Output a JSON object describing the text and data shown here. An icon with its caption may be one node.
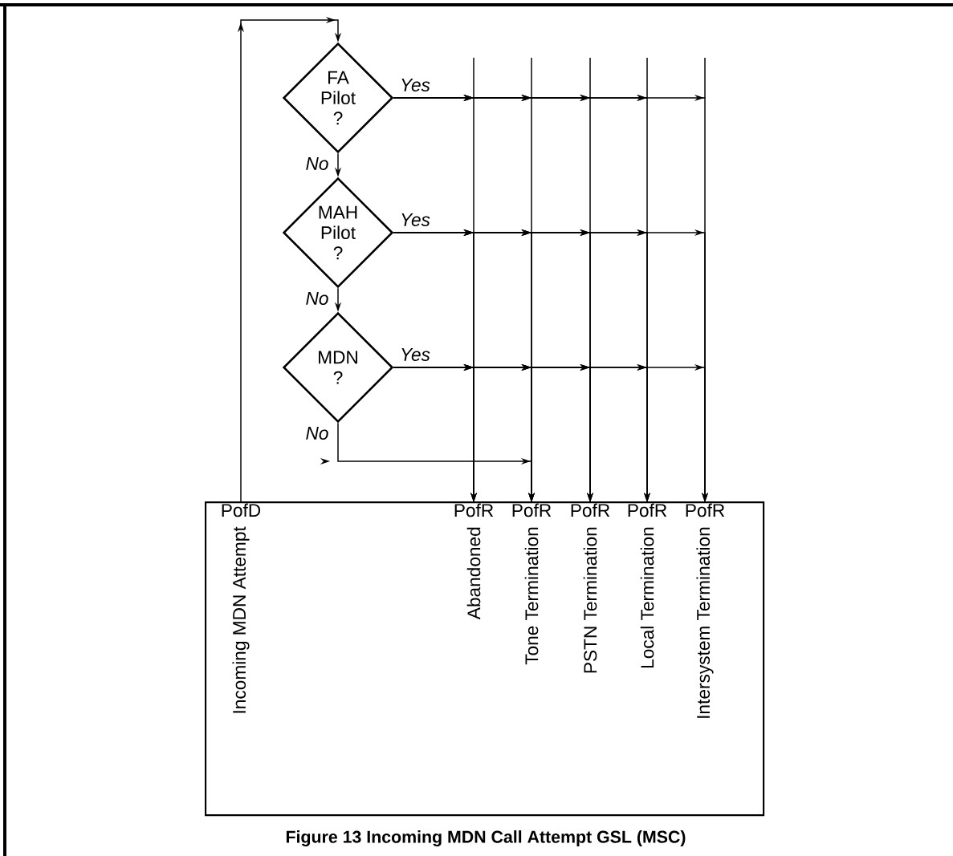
{
  "diagram": {
    "caption": "Figure 13 Incoming MDN Call Attempt GSL (MSC)",
    "nodes": [
      {
        "text": [],
        "shape": "box"
      },
      {
        "text": [
          "PofD",
          "Incoming MDN Attempt"
        ],
        "in": 0
      },
      {
        "text": [
          "PofR",
          "Abandoned"
        ],
        "in": 0
      },
      {
        "text": [
          "PofR",
          "Tone Termination"
        ],
        "in": 0
      },
      {
        "text": [
          "PofR",
          "PSTN Termination"
        ],
        "in": 0
      },
      {
        "text": [
          "PofR",
          "Local Termination"
        ],
        "in": 0
      },
      {
        "text": [
          "PofR",
          "Intersystem Termination"
        ],
        "in": 0
      },
      {
        "text": [
          "FA Pilot ?"
        ]
      },
      {
        "text": [
          "MAH Pilot ?"
        ]
      },
      {
        "text": [
          "MDN ?"
        ]
      }
    ],
    "edges": [
      {
        "from": 1,
        "to": 7,
        "arrow": "to"
      },
      {
        "from": 7,
        "to": 2,
        "arrow": "to",
        "label": "Yes"
      },
      {
        "from": 7,
        "to": 3,
        "arrow": "to"
      },
      {
        "from": 7,
        "to": 4,
        "arrow": "to"
      },
      {
        "from": 7,
        "to": 5,
        "arrow": "to"
      },
      {
        "from": 7,
        "to": 6,
        "arrow": "to"
      },
      {
        "from": 7,
        "to": 8,
        "arrow": "to",
        "label": "No"
      },
      {
        "from": 8,
        "to": 2,
        "arrow": "to",
        "label": "Yes"
      },
      {
        "from": 8,
        "to": 3,
        "arrow": "to"
      },
      {
        "from": 8,
        "to": 4,
        "arrow": "to"
      },
      {
        "from": 8,
        "to": 5,
        "arrow": "to"
      },
      {
        "from": 8,
        "to": 6,
        "arrow": "to"
      },
      {
        "from": 8,
        "to": 9,
        "arrow": "to",
        "label": "No"
      },
      {
        "from": 9,
        "to": 2,
        "arrow": "to",
        "label": "Yes"
      },
      {
        "from": 9,
        "to": 3,
        "arrow": "to"
      },
      {
        "from": 9,
        "to": 4,
        "arrow": "to"
      },
      {
        "from": 9,
        "to": 5,
        "arrow": "to"
      },
      {
        "from": 9,
        "to": 6,
        "arrow": "to"
      },
      {
        "from": 9,
        "to": 3,
        "arrow": "to",
        "label": "No"
      }
    ]
  }
}
